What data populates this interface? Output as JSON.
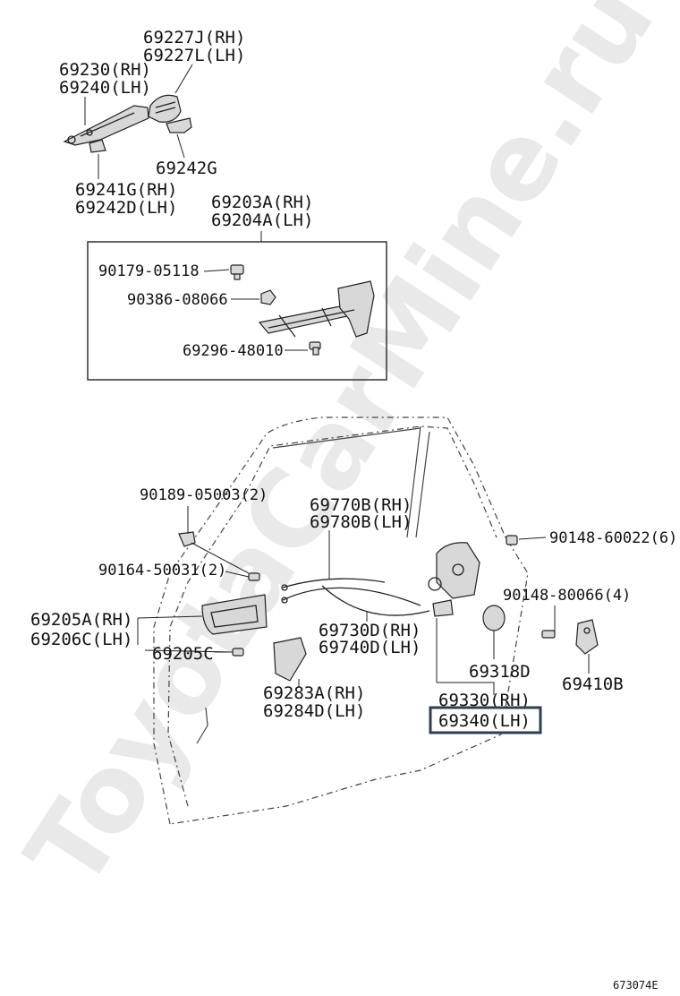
{
  "watermark": "ToyotaCarMine.ru",
  "diagram_code": "673074E",
  "highlight_color": "#2f3f4f",
  "labels": {
    "p69227": [
      "69227J(RH)",
      "69227L(LH)"
    ],
    "p69230": [
      "69230(RH)",
      "69240(LH)"
    ],
    "p69242g": "69242G",
    "p69241": [
      "69241G(RH)",
      "69242D(LH)"
    ],
    "p69203": [
      "69203A(RH)",
      "69204A(LH)"
    ],
    "p90179": "90179-05118",
    "p90386": "90386-08066",
    "p69296": "69296-48010",
    "p90189": "90189-05003(2)",
    "p69770": [
      "69770B(RH)",
      "69780B(LH)"
    ],
    "p90148a": "90148-60022(6)",
    "p90164": "90164-50031(2)",
    "p90148b": "90148-80066(4)",
    "p69205": [
      "69205A(RH)",
      "69206C(LH)"
    ],
    "p69205c": "69205C",
    "p69730": [
      "69730D(RH)",
      "69740D(LH)"
    ],
    "p69318": "69318D",
    "p69410": "69410B",
    "p69283": [
      "69283A(RH)",
      "69284D(LH)"
    ],
    "p69330": [
      "69330(RH)",
      "69340(LH)"
    ]
  }
}
